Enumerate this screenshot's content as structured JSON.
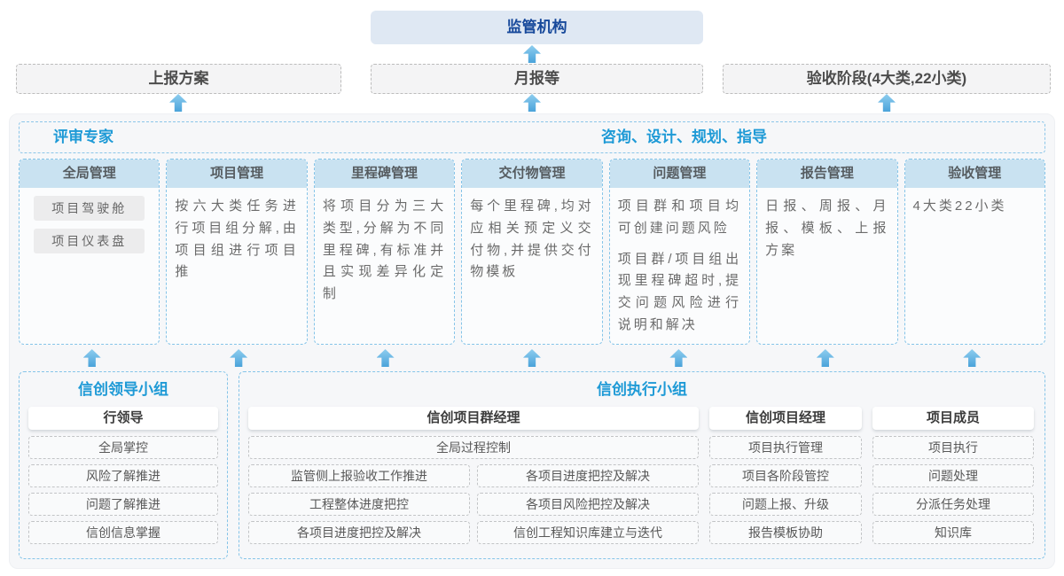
{
  "colors": {
    "accent_blue": "#1e9ad6",
    "regulator_text": "#17499b",
    "regulator_fill": "#dfe8f3",
    "column_header_fill": "#c9e2f1",
    "dashed_blue_border": "#85c4e8",
    "arrow_blue": "#4aa3da",
    "container_fill": "#f6f7f9"
  },
  "top": {
    "regulator": "监管机构",
    "outputs": [
      "上报方案",
      "月报等",
      "验收阶段(4大类,22小类)"
    ]
  },
  "middle": {
    "left_title": "评审专家",
    "right_title": "咨询、设计、规划、指导",
    "columns": [
      {
        "title": "全局管理",
        "chips": [
          "项目驾驶舱",
          "项目仪表盘"
        ]
      },
      {
        "title": "项目管理",
        "paragraphs": [
          "按六大类任务进行项目组分解,由项目组进行项目推"
        ]
      },
      {
        "title": "里程碑管理",
        "paragraphs": [
          "将项目分为三大类型,分解为不同里程碑,有标准并且实现差异化定制"
        ]
      },
      {
        "title": "交付物管理",
        "paragraphs": [
          "每个里程碑,均对应相关预定义交付物,并提供交付物模板"
        ]
      },
      {
        "title": "问题管理",
        "paragraphs": [
          "项目群和项目均可创建问题风险",
          "项目群/项目组出现里程碑超时,提交问题风险进行说明和解决"
        ]
      },
      {
        "title": "报告管理",
        "paragraphs": [
          "日报、周报、月报、模板、上报方案"
        ]
      },
      {
        "title": "验收管理",
        "paragraphs": [
          "4大类22小类"
        ]
      }
    ]
  },
  "bottom": {
    "leadership": {
      "title": "信创领导小组",
      "role": "行领导",
      "items": [
        "全局掌控",
        "风险了解推进",
        "问题了解推进",
        "信创信息掌握"
      ]
    },
    "execution": {
      "title": "信创执行小组",
      "program_manager": {
        "role": "信创项目群经理",
        "full_item": "全局过程控制",
        "left_items": [
          "监管侧上报验收工作推进",
          "工程整体进度把控",
          "各项目进度把控及解决"
        ],
        "right_items": [
          "各项目进度把控及解决",
          "各项目风险把控及解决",
          "信创工程知识库建立与迭代"
        ]
      },
      "project_manager": {
        "role": "信创项目经理",
        "items": [
          "项目执行管理",
          "项目各阶段管控",
          "问题上报、升级",
          "报告模板协助"
        ]
      },
      "members": {
        "role": "项目成员",
        "items": [
          "项目执行",
          "问题处理",
          "分派任务处理",
          "知识库"
        ]
      }
    }
  }
}
